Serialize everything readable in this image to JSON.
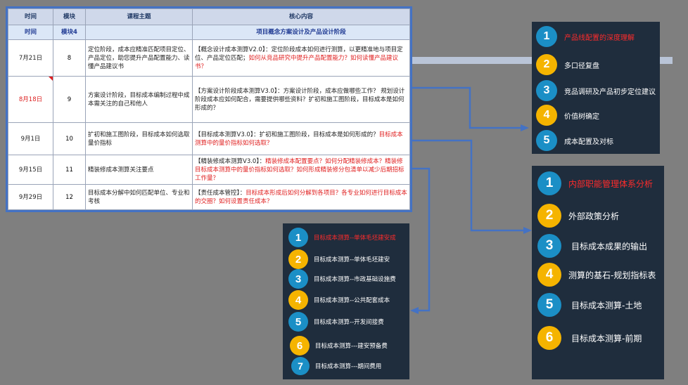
{
  "table": {
    "headers": [
      "时间",
      "模块",
      "课程主题",
      "核心内容"
    ],
    "sub_row": {
      "date": "时间",
      "module": "模块4",
      "topic": "",
      "content": "项目概念方案设计及产品设计阶段"
    },
    "rows": [
      {
        "date": "7月21日",
        "module": "8",
        "topic": "定位阶段，成本应精准匹配项目定位、产品定位，助您提升产品配置能力、读懂产品建议书",
        "content_black": "【概念设计成本测算V2.0】：定位阶段成本如何进行测算，以更精准地与项目定位、产品定位匹配；",
        "content_red": "如何从竞品研究中提升产品配置能力？如何读懂产品建议书？"
      },
      {
        "date": "8月18日",
        "module": "9",
        "topic": "方案设计阶段，目标成本编制过程中成本需关注的自己和他人",
        "content_black": "【方案设计阶段成本测算V3.0】：方案设计阶段，成本应做哪些工作？ 规划设计阶段成本应如何配合，需要提供哪些资料？扩初和施工图阶段，目标成本是如何形成的？",
        "content_red": ""
      },
      {
        "date": "9月1日",
        "module": "10",
        "topic": "扩初和施工图阶段，目标成本如何选取量价指标",
        "content_black": "【目标成本测算V3.0】：扩初和施工图阶段，目标成本是如何形成的？",
        "content_red": "目标成本测算中的量价指标如何选取？"
      },
      {
        "date": "9月15日",
        "module": "11",
        "topic": "精装修成本测算关注要点",
        "content_black": "【精装修成本测算V3.0】：",
        "content_red": "精装修成本配置要点？如何分配精装修成本？精装修目标成本测算中的量价指标如何选取？如何形成精装修分包清单以减少后期招标工作量？"
      },
      {
        "date": "9月29日",
        "module": "12",
        "topic": "目标成本分解中如何匹配单位、专业和考核",
        "content_black": "【责任成本管控】：",
        "content_red": "目标成本形成后如何分解到各项目？各专业如何进行目标成本的交圈？如何设置责任成本？"
      }
    ]
  },
  "panel_top": {
    "items": [
      {
        "num": "1",
        "label": "产品线配置的深度理解",
        "red": true
      },
      {
        "num": "2",
        "label": "多口径复盘",
        "red": false
      },
      {
        "num": "3",
        "label": "竞品调研及产品初步定位建议",
        "red": false
      },
      {
        "num": "4",
        "label": "价值树确定",
        "red": false
      },
      {
        "num": "5",
        "label": "成本配置及对标",
        "red": false
      }
    ]
  },
  "panel_right": {
    "items": [
      {
        "num": "1",
        "label": "内部职能管理体系分析",
        "red": true
      },
      {
        "num": "2",
        "label": "外部政策分析",
        "red": false
      },
      {
        "num": "3",
        "label": "目标成本成果的输出",
        "red": false
      },
      {
        "num": "4",
        "label": "测算的基石-规划指标表",
        "red": false
      },
      {
        "num": "5",
        "label": "目标成本测算-土地",
        "red": false
      },
      {
        "num": "6",
        "label": "目标成本测算-前期",
        "red": false
      }
    ]
  },
  "panel_bottom": {
    "items": [
      {
        "num": "1",
        "label": "目标成本测算--单体毛坯建安成",
        "red": true
      },
      {
        "num": "2",
        "label": "目标成本测算--单体毛坯建安",
        "red": false
      },
      {
        "num": "3",
        "label": "目标成本测算--市政基础设施费",
        "red": false
      },
      {
        "num": "4",
        "label": "目标成本测算--公共配套成本",
        "red": false
      },
      {
        "num": "5",
        "label": "目标成本测算--开发间接费",
        "red": false
      },
      {
        "num": "6",
        "label": "目标成本测算---建安预备费",
        "red": false
      },
      {
        "num": "7",
        "label": "目标成本测算---期间费用",
        "red": false
      }
    ]
  },
  "colors": {
    "panel_bg": "#1f2d3d",
    "blue": "#1b8fc6",
    "yellow": "#f5b400",
    "accent_red": "#ff2b2b",
    "frame": "#4472c4"
  }
}
